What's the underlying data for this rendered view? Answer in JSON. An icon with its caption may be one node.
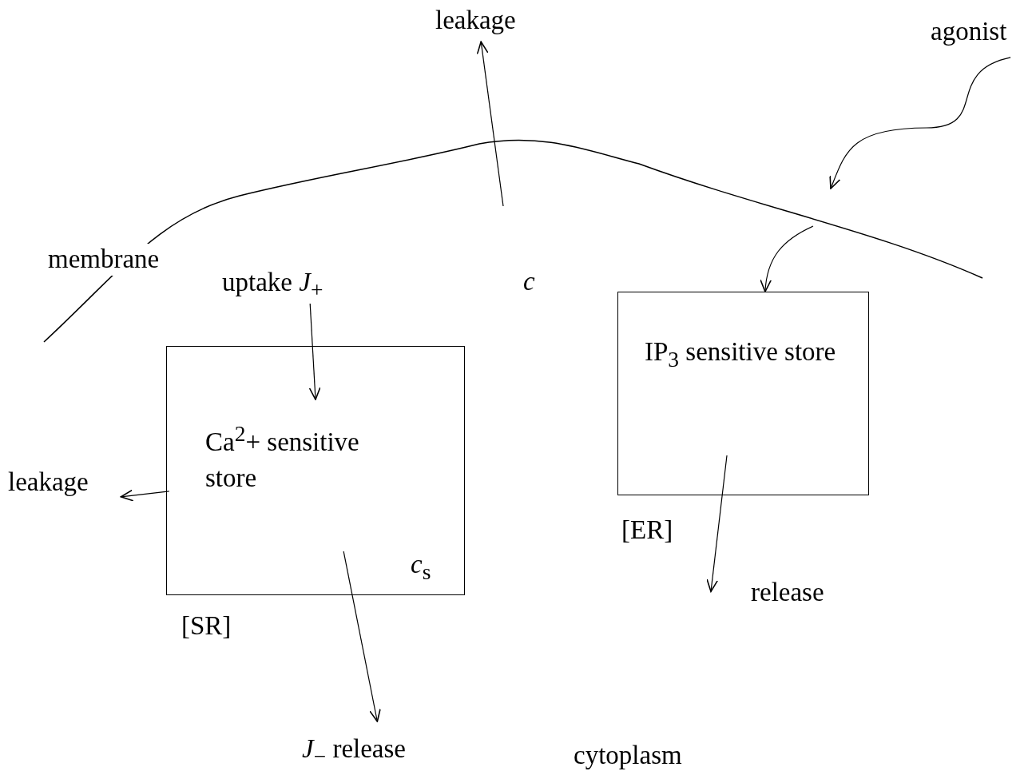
{
  "diagram": {
    "nodes": [
      {
        "text": [
          "leakage"
        ]
      },
      {
        "text": [
          "agonist"
        ]
      },
      {
        "text": [
          "uptake *J*$_{+}$"
        ]
      },
      {
        "text": [
          "Ca$^{2}$+ sensitive store",
          "*c*$_{s}$"
        ],
        "beside": [
          "[SR]"
        ]
      },
      {
        "text": [
          "leakage"
        ]
      },
      {
        "text": [
          "IP$_{3}$ sensitive store"
        ],
        "beside": [
          "[ER]"
        ]
      },
      {
        "text": [
          "*J*$_{−}$ release"
        ]
      },
      {
        "text": [
          "release"
        ]
      }
    ],
    "edges": [
      {
        "from": null,
        "to": 0,
        "arrow": "to"
      },
      {
        "from": 1,
        "to": null,
        "arrow": "to"
      },
      {
        "from": null,
        "to": 5,
        "arrow": "to"
      },
      {
        "from": 2,
        "to": 3,
        "arrow": "to"
      },
      {
        "from": 3,
        "to": 4,
        "arrow": "to"
      },
      {
        "from": 3,
        "to": 6,
        "arrow": "to"
      },
      {
        "from": 5,
        "to": 7,
        "arrow": "to"
      }
    ],
    "labels": [
      "membrane",
      "*c*",
      "cytoplasm"
    ]
  }
}
